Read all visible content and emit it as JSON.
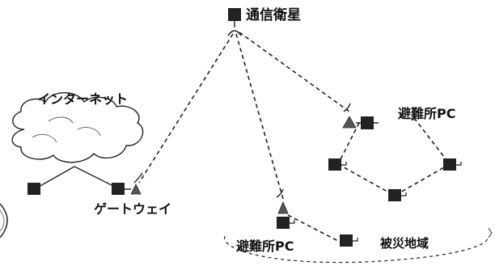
{
  "labels": {
    "satellite": "通信衛星",
    "internet": "インターネット",
    "gateway": "ゲートウェイ",
    "shelter_pc_right": "避難所PC",
    "shelter_pc_bottom": "避難所PC",
    "disaster_area": "被災地域"
  },
  "colors": {
    "ink": "#111111",
    "node": "#222222",
    "antenna": "#555555",
    "dashed_link": "#222222"
  },
  "icons": [
    "pc-node-icon",
    "antenna-icon",
    "satellite-dish-icon",
    "cloud-icon"
  ]
}
